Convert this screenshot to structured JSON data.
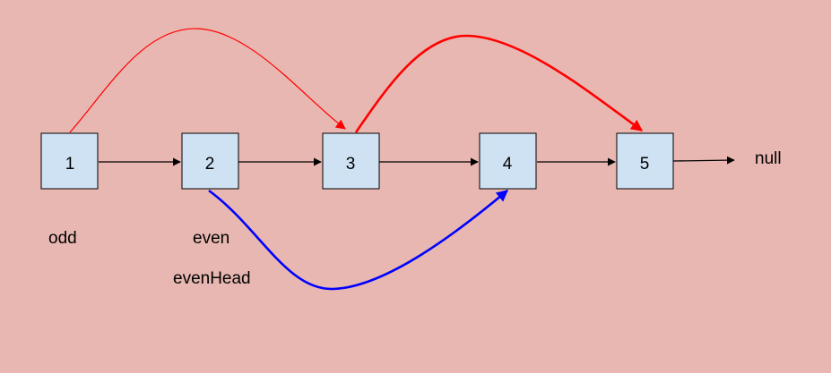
{
  "colors": {
    "background": "#e8b7b1",
    "node_fill": "#cfe2f3",
    "node_stroke": "#000000",
    "arrow_black": "#000000",
    "arrow_red": "#ff0000",
    "arrow_blue": "#0000ff"
  },
  "nodes": [
    {
      "id": "n1",
      "label": "1"
    },
    {
      "id": "n2",
      "label": "2"
    },
    {
      "id": "n3",
      "label": "3"
    },
    {
      "id": "n4",
      "label": "4"
    },
    {
      "id": "n5",
      "label": "5"
    }
  ],
  "null_label": "null",
  "pointers": {
    "odd": "odd",
    "even": "even",
    "even_head": "evenHead"
  }
}
